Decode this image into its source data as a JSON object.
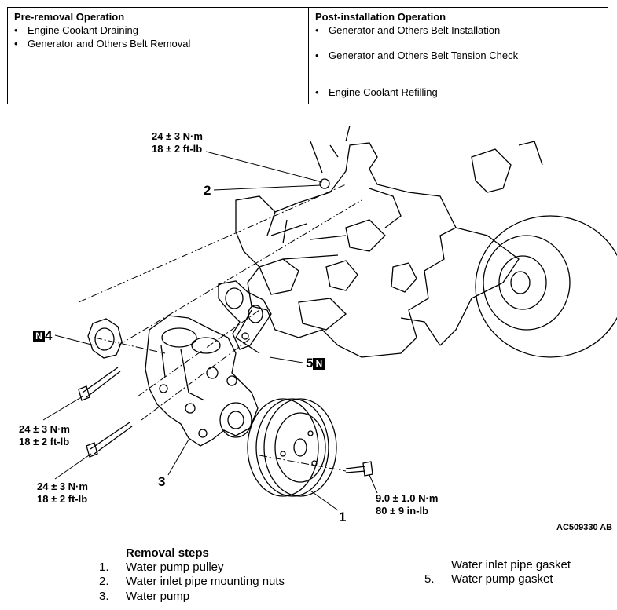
{
  "pre_removal": {
    "title": "Pre-removal Operation",
    "items": [
      "Engine Coolant Draining",
      "Generator and Others Belt Removal"
    ]
  },
  "post_installation": {
    "title": "Post-installation Operation",
    "items": [
      "Generator and Others Belt Installation",
      "Generator and Others Belt Tension Check",
      "Engine Coolant Refilling"
    ]
  },
  "bullet": "•",
  "diagram": {
    "torques": {
      "nut_top": {
        "nm": "24 ± 3 N·m",
        "ftlb": "18 ± 2 ft-lb"
      },
      "bolt_upper": {
        "nm": "24 ± 3 N·m",
        "ftlb": "18 ± 2 ft-lb"
      },
      "bolt_lower": {
        "nm": "24 ± 3 N·m",
        "ftlb": "18 ± 2 ft-lb"
      },
      "pulley_bolt": {
        "nm": "9.0 ± 1.0 N·m",
        "inlb": "80 ± 9 in-lb"
      }
    },
    "callouts": {
      "c1": "1",
      "c2": "2",
      "c3": "3",
      "c4": "4",
      "c5": "5"
    },
    "new_part_symbol": "N",
    "reference_code": "AC509330 AB"
  },
  "removal_steps": {
    "title": "Removal steps",
    "steps": [
      {
        "num": "1.",
        "text": "Water pump pulley"
      },
      {
        "num": "2.",
        "text": "Water inlet pipe mounting nuts"
      },
      {
        "num": "3.",
        "text": "Water pump"
      },
      {
        "num": "",
        "text": "Water inlet pipe gasket"
      },
      {
        "num": "5.",
        "text": "Water pump gasket"
      }
    ]
  }
}
